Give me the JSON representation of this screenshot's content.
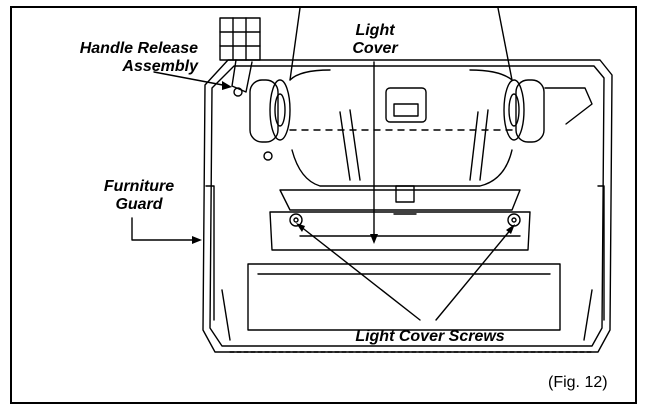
{
  "labels": {
    "handle_release": [
      "Handle Release",
      "Assembly"
    ],
    "light_cover": [
      "Light",
      "Cover"
    ],
    "furniture_guard": [
      "Furniture",
      "Guard"
    ],
    "light_cover_screws": "Light Cover Screws"
  },
  "figure_ref": "(Fig. 12)",
  "colors": {
    "line": "#000000",
    "background": "#ffffff"
  }
}
